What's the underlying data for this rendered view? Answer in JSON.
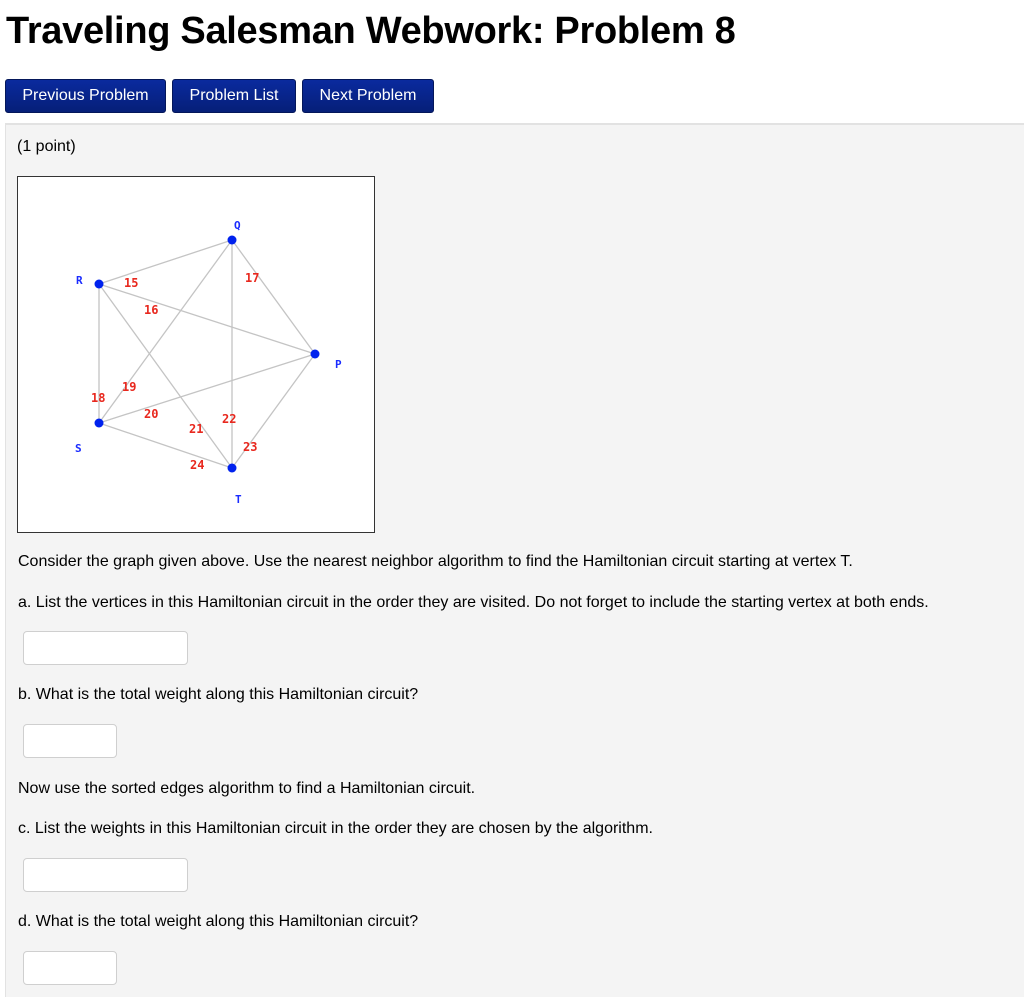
{
  "header": {
    "title": "Traveling Salesman Webwork: Problem 8"
  },
  "nav": {
    "previous_label": "Previous Problem",
    "list_label": "Problem List",
    "next_label": "Next Problem"
  },
  "problem": {
    "points": "(1 point)",
    "intro": "Consider the graph given above. Use the nearest neighbor algorithm to find the Hamiltonian circuit starting at vertex T.",
    "part_a": "a. List the vertices in this Hamiltonian circuit in the order they are visited. Do not forget to include the starting vertex at both ends.",
    "part_a_value": "",
    "part_b": "b. What is the total weight along this Hamiltonian circuit?",
    "part_b_value": "",
    "sorted_intro": "Now use the sorted edges algorithm to find a Hamiltonian circuit.",
    "part_c": "c. List the weights in this Hamiltonian circuit in the order they are chosen by the algorithm.",
    "part_c_value": "",
    "part_d": "d. What is the total weight along this Hamiltonian circuit?",
    "part_d_value": ""
  },
  "graph": {
    "vertex_color": "#0022ee",
    "label_color": "#1a2cff",
    "weight_color": "#e8281e",
    "edge_color": "#c4c4c4",
    "vertices": [
      {
        "name": "Q"
      },
      {
        "name": "R"
      },
      {
        "name": "P"
      },
      {
        "name": "S"
      },
      {
        "name": "T"
      }
    ],
    "edges": [
      {
        "from": "R",
        "to": "Q",
        "weight": "15"
      },
      {
        "from": "R",
        "to": "P",
        "weight": "16"
      },
      {
        "from": "Q",
        "to": "P",
        "weight": "17"
      },
      {
        "from": "R",
        "to": "S",
        "weight": "18"
      },
      {
        "from": "S",
        "to": "Q",
        "weight": "19"
      },
      {
        "from": "S",
        "to": "P",
        "weight": "20"
      },
      {
        "from": "R",
        "to": "T",
        "weight": "21"
      },
      {
        "from": "Q",
        "to": "T",
        "weight": "22"
      },
      {
        "from": "P",
        "to": "T",
        "weight": "23"
      },
      {
        "from": "S",
        "to": "T",
        "weight": "24"
      }
    ]
  }
}
